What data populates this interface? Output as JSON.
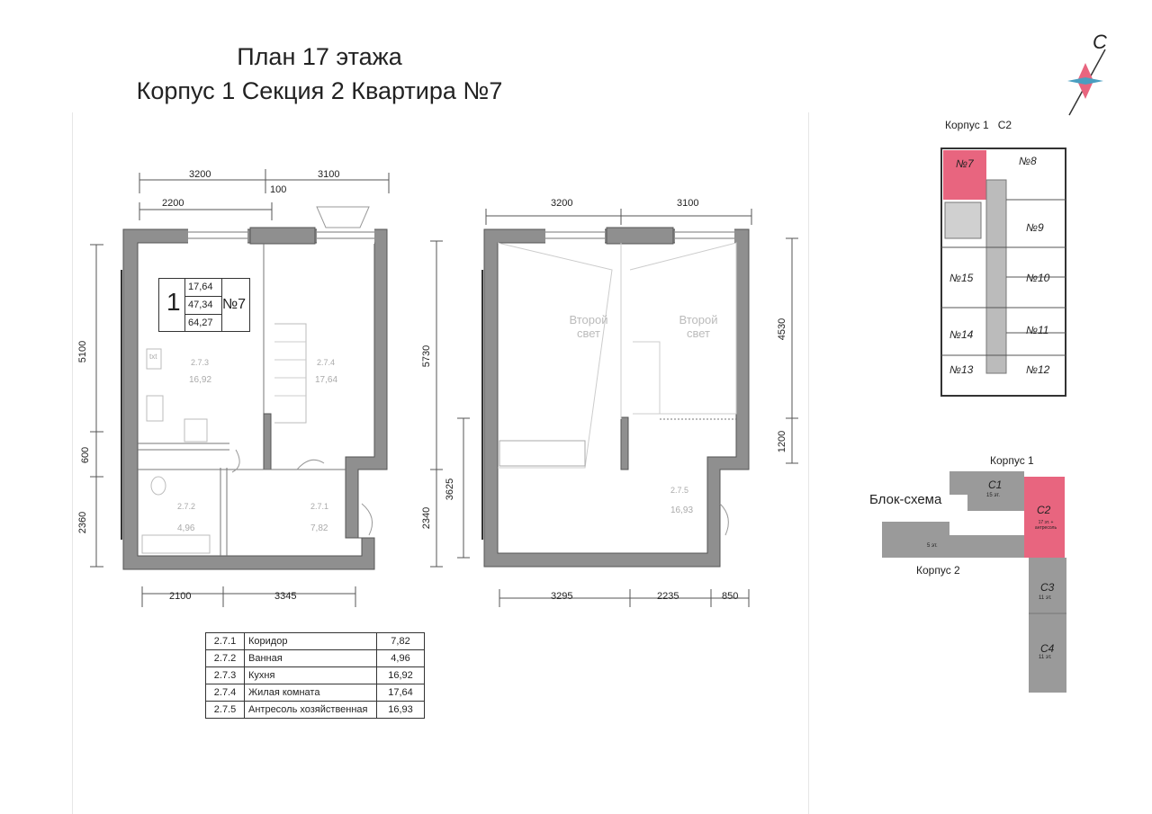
{
  "title": {
    "line1": "План 17 этажа",
    "line2": "Корпус 1 Секция 2 Квартира №7"
  },
  "compass": {
    "letter": "С"
  },
  "apartment_badge": {
    "section": "1",
    "areas": [
      "17,64",
      "47,34",
      "64,27"
    ],
    "number": "№7"
  },
  "plan1": {
    "dims": {
      "top_outer": [
        "3200",
        "3100"
      ],
      "top_inner": [
        "2200",
        "100"
      ],
      "left": [
        "5100",
        "600",
        "2360"
      ],
      "right": [
        "5730",
        "2340"
      ],
      "bottom": [
        "2100",
        "3345"
      ]
    },
    "rooms": [
      {
        "code": "2.7.3",
        "area": "16,92"
      },
      {
        "code": "2.7.4",
        "area": "17,64"
      },
      {
        "code": "2.7.2",
        "area": "4,96"
      },
      {
        "code": "2.7.1",
        "area": "7,82"
      }
    ]
  },
  "plan2": {
    "dims": {
      "top": [
        "3200",
        "3100"
      ],
      "left": [
        "3625"
      ],
      "right": [
        "4530",
        "1200"
      ],
      "bottom": [
        "3295",
        "2235",
        "850"
      ]
    },
    "second_light_label": "Второй свет",
    "rooms": [
      {
        "code": "2.7.5",
        "area": "16,93"
      }
    ]
  },
  "room_table": [
    {
      "code": "2.7.1",
      "name": "Коридор",
      "area": "7,82"
    },
    {
      "code": "2.7.2",
      "name": "Ванная",
      "area": "4,96"
    },
    {
      "code": "2.7.3",
      "name": "Кухня",
      "area": "16,92"
    },
    {
      "code": "2.7.4",
      "name": "Жилая комната",
      "area": "17,64"
    },
    {
      "code": "2.7.5",
      "name": "Антресоль хозяйственная",
      "area": "16,93"
    }
  ],
  "keyplan": {
    "label": "Корпус 1   С2",
    "units": [
      "№7",
      "№8",
      "№9",
      "№15",
      "№10",
      "№14",
      "№11",
      "№13",
      "№12"
    ],
    "highlight_color": "#e8657f"
  },
  "block_scheme": {
    "title": "Блок-схема",
    "korpus1": "Корпус 1",
    "korpus2": "Корпус 2",
    "blocks": [
      {
        "name": "С1",
        "floors": "15 эт."
      },
      {
        "name": "С2",
        "floors": "17 эт. + антресоль"
      },
      {
        "name": "С3",
        "floors": "11 эт."
      },
      {
        "name": "С4",
        "floors": "11 эт."
      },
      {
        "name": "",
        "floors": "5 эт."
      }
    ],
    "block_color": "#9a9a9a",
    "highlight_color": "#e8657f"
  }
}
